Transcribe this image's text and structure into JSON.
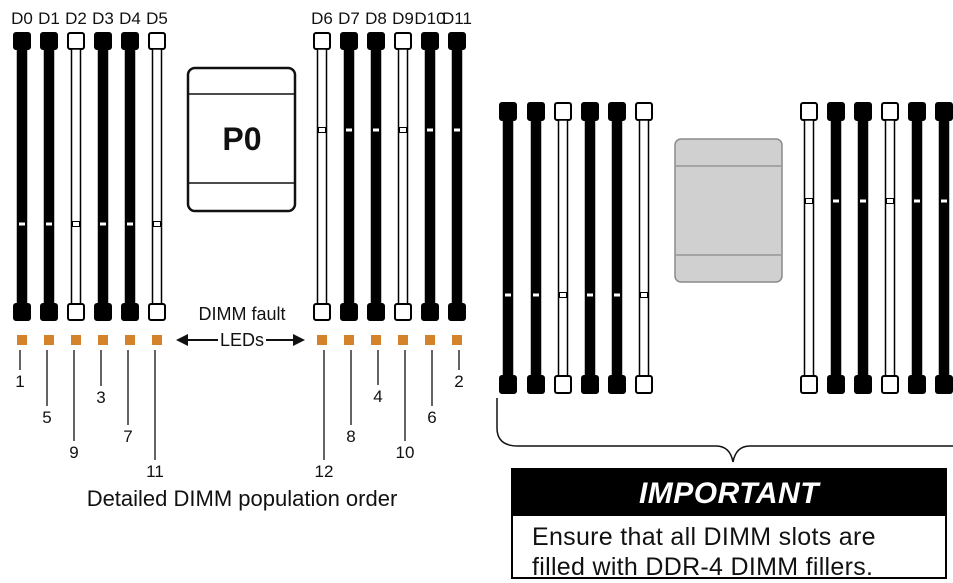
{
  "colors": {
    "dimm_black": "#000000",
    "dimm_white": "#ffffff",
    "fault_led": "#d4832a",
    "processor_fill_right": "#d0d0d0",
    "important_header_bg": "#000000",
    "important_header_text": "#ffffff"
  },
  "left_diagram": {
    "processor_label": "P0",
    "fault_led_label_line1": "DIMM fault",
    "fault_led_label_line2": "LEDs",
    "caption": "Detailed DIMM population order",
    "slots": [
      {
        "label": "D0",
        "fill": "black",
        "order": "1"
      },
      {
        "label": "D1",
        "fill": "black",
        "order": "5"
      },
      {
        "label": "D2",
        "fill": "white",
        "order": "9"
      },
      {
        "label": "D3",
        "fill": "black",
        "order": "3"
      },
      {
        "label": "D4",
        "fill": "black",
        "order": "7"
      },
      {
        "label": "D5",
        "fill": "white",
        "order": "11"
      },
      {
        "label": "D6",
        "fill": "white",
        "order": "12"
      },
      {
        "label": "D7",
        "fill": "black",
        "order": "8"
      },
      {
        "label": "D8",
        "fill": "black",
        "order": "4"
      },
      {
        "label": "D9",
        "fill": "white",
        "order": "10"
      },
      {
        "label": "D10",
        "fill": "black",
        "order": "6"
      },
      {
        "label": "D11",
        "fill": "black",
        "order": "2"
      }
    ]
  },
  "right_diagram": {
    "slots": [
      "black",
      "black",
      "white",
      "black",
      "black",
      "white",
      "white",
      "black",
      "black",
      "white",
      "black",
      "black"
    ]
  },
  "important": {
    "title": "IMPORTANT",
    "line1": "Ensure that all DIMM slots are",
    "line2": "filled with DDR-4 DIMM fillers."
  }
}
